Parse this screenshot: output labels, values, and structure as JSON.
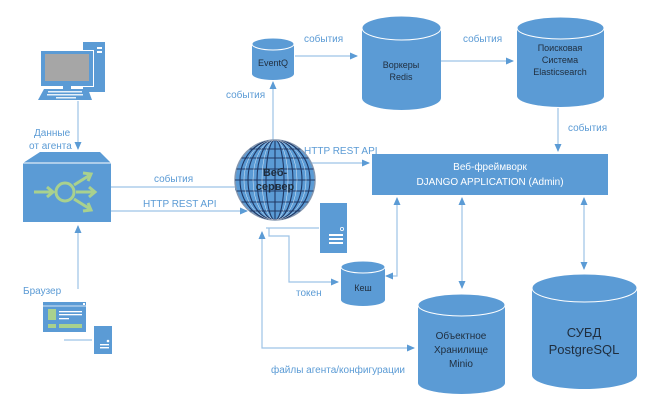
{
  "diagram": {
    "colors": {
      "shape": "#5b9bd5",
      "line": "#9dc3e6",
      "label": "#5b9bd5",
      "accent_green": "#a9d18e",
      "screen_gray": "#a6a6a6"
    },
    "nodes": {
      "agent_pc": {
        "icon": "desktop-computer-icon"
      },
      "router": {
        "icon": "router-hub-icon"
      },
      "browser": {
        "label": "Браузер",
        "icon": "browser-window-icon"
      },
      "web_server": {
        "line1": "Веб-",
        "line2": "сервер",
        "icon": "globe-icon"
      },
      "eventq": {
        "label": "EventQ"
      },
      "redis": {
        "line1": "Воркеры",
        "line2": "Redis"
      },
      "elastic": {
        "line1": "Поисковая",
        "line2": "Система",
        "line3": "Elasticsearch"
      },
      "django": {
        "line1": "Веб-фреймворк",
        "line2": "DJANGO APPLICATION (Admin)"
      },
      "server_box": {
        "icon": "server-tower-icon"
      },
      "cache": {
        "label": "Кеш"
      },
      "minio": {
        "line1": "Объектное",
        "line2": "Хранилище",
        "line3": "Minio"
      },
      "postgres": {
        "line1": "СУБД",
        "line2": "PostgreSQL"
      }
    },
    "edges": {
      "agent_data_l1": "Данные",
      "agent_data_l2": "от агента",
      "router_events": "события",
      "router_http": "HTTP REST API",
      "web_eventq": "события",
      "eventq_redis": "события",
      "redis_elastic": "события",
      "elastic_django": "события",
      "web_django": "HTTP REST API",
      "token": "токен",
      "files": "файлы агента/конфигурации"
    }
  }
}
